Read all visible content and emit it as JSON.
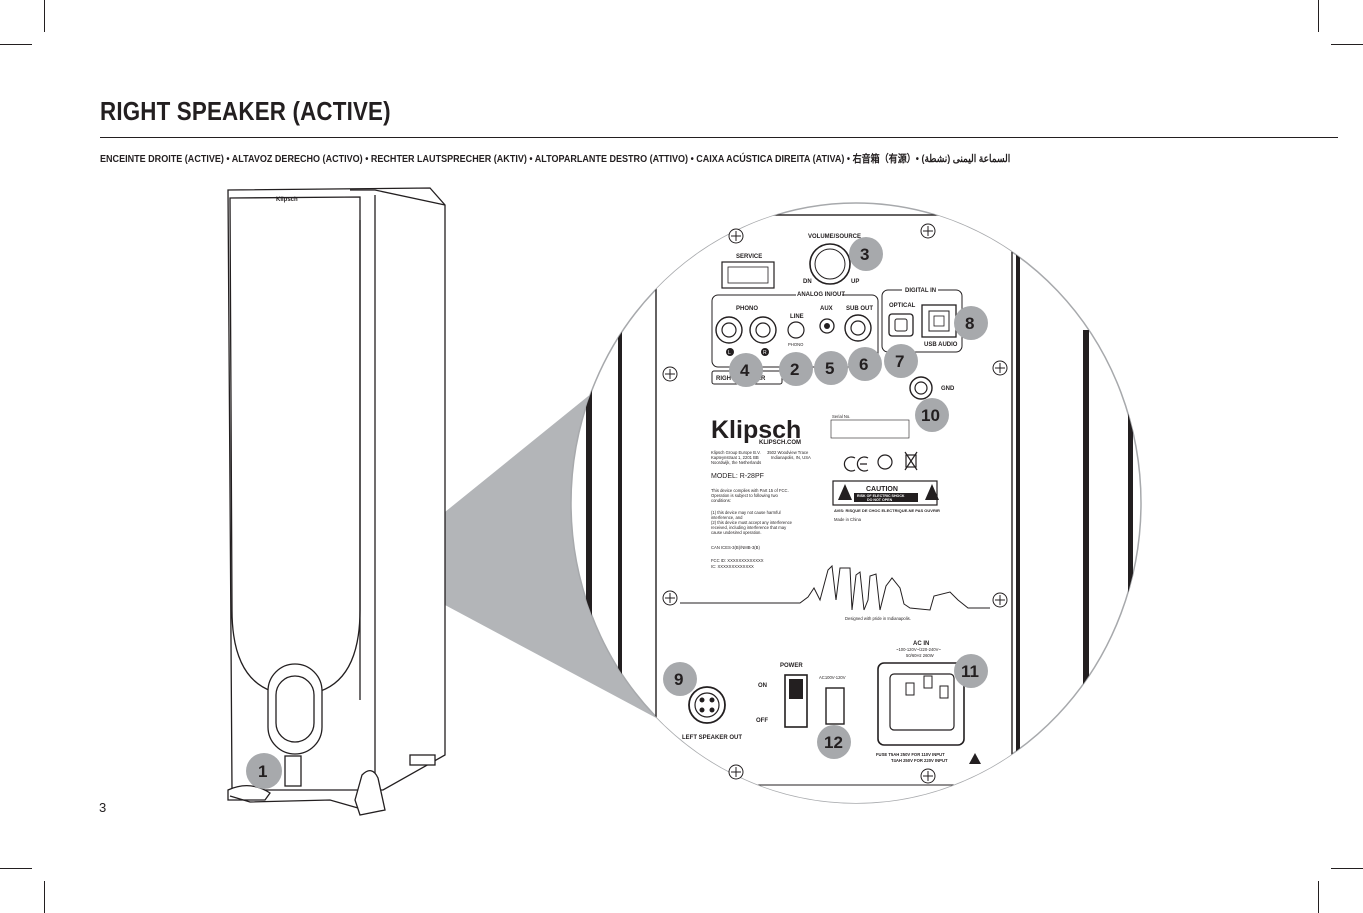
{
  "page": {
    "title": "RIGHT SPEAKER (ACTIVE)",
    "subtitle": "ENCEINTE DROITE (ACTIVE)  •  ALTAVOZ DERECHO (ACTIVO)  •  RECHTER LAUTSPRECHER (AKTIV)  •  ALTOPARLANTE DESTRO (ATTIVO)  •  CAIXA ACÚSTICA DIREITA (ATIVA)  •  右音箱（有源）•  (نشطة) السماعة اليمنى",
    "page_number": "3"
  },
  "speaker": {
    "brand": "Klipsch"
  },
  "panel": {
    "volume_source": "VOLUME/SOURCE",
    "service": "SERVICE",
    "vol_down": "DN",
    "vol_up": "UP",
    "analog_in_out": "ANALOG IN/OUT",
    "digital_in": "DIGITAL IN",
    "phono": "PHONO",
    "line": "LINE",
    "phono_small": "PHONO",
    "aux": "AUX",
    "sub_out": "SUB OUT",
    "optical": "OPTICAL",
    "usb_audio": "USB AUDIO",
    "left_ch": "L",
    "right_ch": "R",
    "right_speaker": "RIGHT SPEAKER",
    "gnd": "GND",
    "logo": "Klipsch",
    "website": "KLIPSCH.COM",
    "serial": "Serial No.",
    "address_eu_1": "Klipsch Group Europe B.V.",
    "address_eu_2": "Kapteynstraat 1, 2201 BB",
    "address_eu_3": "Noordwijk, the Netherlands",
    "address_us_1": "3502 Woodview Trace",
    "address_us_2": "Indianapolis, IN, USA",
    "model": "MODEL: R-28PF",
    "fcc_1": "This device complies with Part 15 of FCC.",
    "fcc_2": "Operation is subject to following two",
    "fcc_3": "conditions:",
    "fcc_4": "(1) this device may not cause harmful",
    "fcc_5": "interference, and",
    "fcc_6": "(2) this device must accept any interference",
    "fcc_7": "received, including interference that may",
    "fcc_8": "cause undesired operation.",
    "can_ices": "CAN ICES-3(B)/NMB-3(B)",
    "fcc_id": "FCC ID: XXXXXXXXXXXXX",
    "ic": "IC: XXXXXXXXXXXXX",
    "caution": "CAUTION",
    "caution_sub1": "RISK OF ELECTRIC SHOCK",
    "caution_sub2": "DO NOT OPEN",
    "avis": "AVIS: RISQUE DE CHOC ELECTRIQUE-NE PAS OUVRIR",
    "made_in": "Made in China",
    "designed": "Designed with pride in Indianapolis.",
    "ac_in": "AC IN",
    "ac_rating1": "~100-120V~/220-240V~",
    "ac_rating2": "50/60Hz  260W",
    "power": "POWER",
    "on": "ON",
    "off": "OFF",
    "voltage_label": "AC100V-120V",
    "left_speaker_out": "LEFT SPEAKER OUT",
    "fuse1": "FUSE  T5AH 250V  FOR  110V  INPUT",
    "fuse2": "T4AH 250V  FOR  220V  INPUT"
  },
  "callouts": [
    "1",
    "2",
    "3",
    "4",
    "5",
    "6",
    "7",
    "8",
    "9",
    "10",
    "11",
    "12"
  ]
}
